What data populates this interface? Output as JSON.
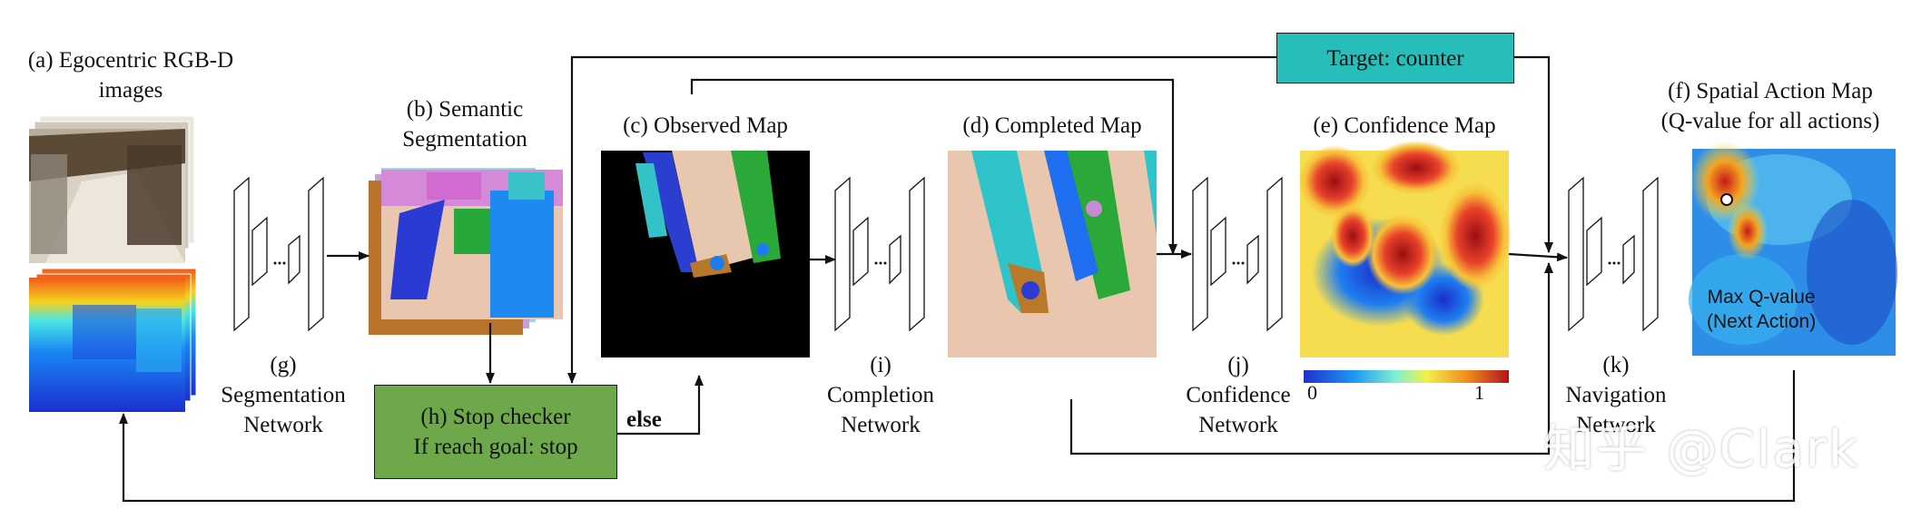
{
  "panels": {
    "a": {
      "line1": "(a) Egocentric RGB-D",
      "line2": "images"
    },
    "b": {
      "line1": "(b) Semantic",
      "line2": "Segmentation"
    },
    "c": {
      "label": "(c) Observed Map"
    },
    "d": {
      "label": "(d) Completed Map"
    },
    "e": {
      "label": "(e) Confidence Map",
      "scale_min": "0",
      "scale_max": "1"
    },
    "f": {
      "line1": "(f) Spatial Action Map",
      "line2": "(Q-value for all actions)",
      "q_line1": "Max Q-value",
      "q_line2": "(Next Action)"
    }
  },
  "networks": {
    "g": {
      "line1": "(g)",
      "line2": "Segmentation",
      "line3": "Network"
    },
    "i": {
      "line1": "(i)",
      "line2": "Completion",
      "line3": "Network"
    },
    "j": {
      "line1": "(j)",
      "line2": "Confidence",
      "line3": "Network"
    },
    "k": {
      "line1": "(k)",
      "line2": "Navigation",
      "line3": "Network"
    }
  },
  "boxes": {
    "target": "Target: counter",
    "stop_line1": "(h) Stop checker",
    "stop_line2": "If reach goal: stop",
    "else": "else"
  },
  "watermark": "知乎 @Clark",
  "colors": {
    "target_box": "#27bdb9",
    "stop_box": "#6da94a",
    "map_floor": "#e8c7af",
    "map_cyan": "#2ec4c9",
    "map_blue": "#1d6ff0",
    "map_green": "#2aa838",
    "map_brown": "#b87a2a"
  }
}
